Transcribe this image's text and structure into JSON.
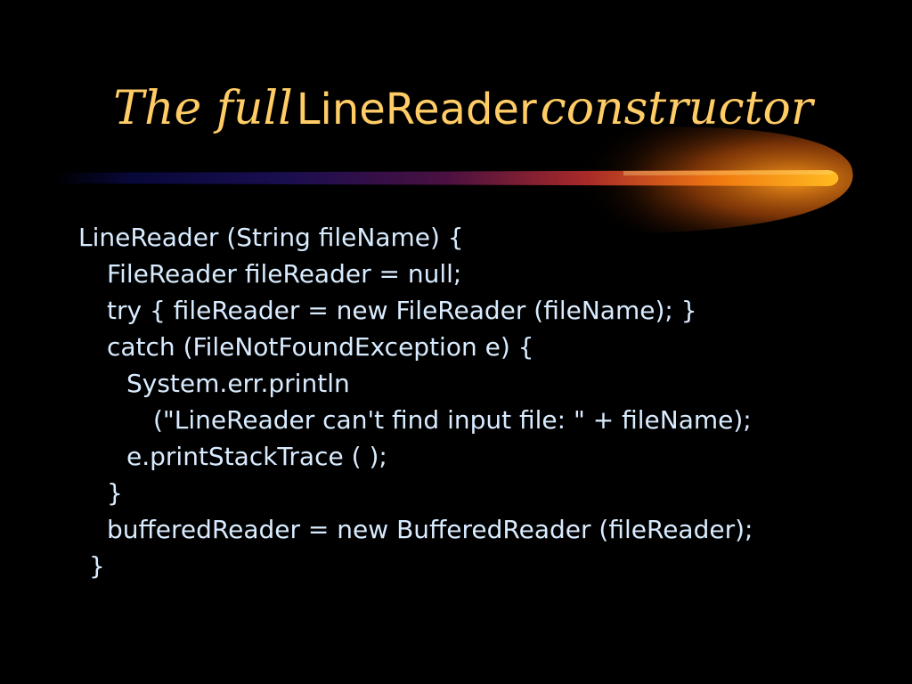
{
  "slide": {
    "title": {
      "prefix": "The full",
      "highlight": "LineReader",
      "suffix": "constructor"
    },
    "code_lines": [
      "LineReader (String fileName) {",
      "FileReader fileReader = null;",
      "try { fileReader = new FileReader (fileName); }",
      "catch (FileNotFoundException e) {",
      "System.err.println",
      "(\"LineReader can't find input file: \" + fileName);",
      "e.printStackTrace ( );",
      "}",
      "bufferedReader = new BufferedReader (fileReader);",
      "}"
    ]
  },
  "colors": {
    "background": "#000000",
    "title": "#FFCC66",
    "code": "#D9ECFF",
    "accent": "#FF9900"
  }
}
